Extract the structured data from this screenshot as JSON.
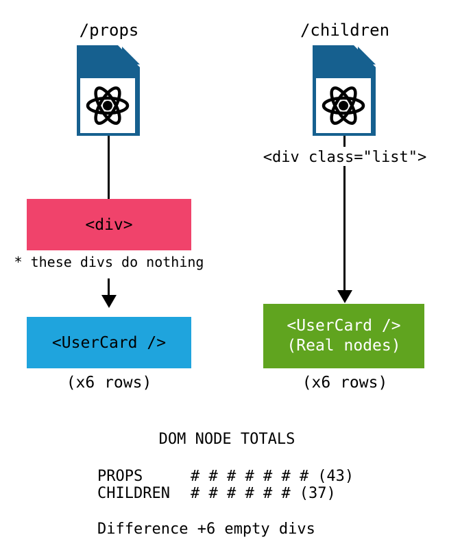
{
  "left_column": {
    "route_label": "/props",
    "file_icon": "react-file-icon",
    "div_box_label": "<div>",
    "note": "* these divs do nothing",
    "usercard_box_label": "<UserCard />",
    "rows_caption": "(x6 rows)"
  },
  "right_column": {
    "route_label": "/children",
    "file_icon": "react-file-icon",
    "list_div_annotation": "<div class=\"list\">",
    "usercard_box_label_line1": "<UserCard />",
    "usercard_box_label_line2": "(Real nodes)",
    "rows_caption": "(x6 rows)"
  },
  "totals": {
    "title": "DOM NODE TOTALS",
    "rows": [
      {
        "label": "PROPS",
        "hashes": "# # # # # # #",
        "total": "(43)"
      },
      {
        "label": "CHILDREN",
        "hashes": "# # # # # #",
        "total": "(37)"
      }
    ],
    "difference_note": "Difference +6 empty divs"
  },
  "colors": {
    "file_icon_blue": "#16608F",
    "div_box_pink": "#F0436B",
    "usercard_box_blue": "#1FA4DD",
    "usercard_box_green": "#60A41F",
    "box_text_white": "#FFFFFF",
    "text_black": "#000000"
  }
}
